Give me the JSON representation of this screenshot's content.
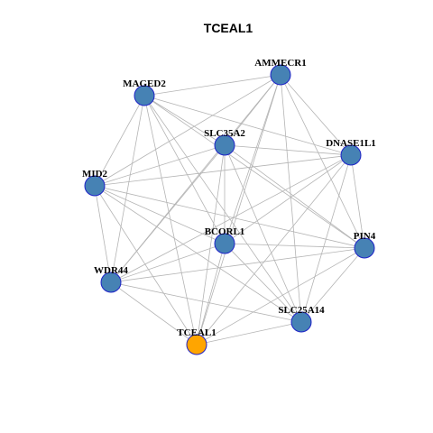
{
  "title": "TCEAL1",
  "colors": {
    "background": "#ffffff",
    "node_fill": "#4682b4",
    "node_stroke": "#1e22c8",
    "focus_fill": "#ffa500",
    "focus_stroke": "#1e22c8",
    "edge": "#b4b4b4"
  },
  "nodes": [
    {
      "id": "AMMECR1",
      "label": "AMMECR1"
    },
    {
      "id": "MAGED2",
      "label": "MAGED2"
    },
    {
      "id": "SLC35A2",
      "label": "SLC35A2"
    },
    {
      "id": "DNASE1L1",
      "label": "DNASE1L1"
    },
    {
      "id": "MID2",
      "label": "MID2"
    },
    {
      "id": "BCORL1",
      "label": "BCORL1"
    },
    {
      "id": "PIN4",
      "label": "PIN4"
    },
    {
      "id": "WDR44",
      "label": "WDR44"
    },
    {
      "id": "SLC25A14",
      "label": "SLC25A14"
    },
    {
      "id": "TCEAL1",
      "label": "TCEAL1",
      "focus": true
    }
  ],
  "edges": [
    [
      "MAGED2",
      "AMMECR1"
    ],
    [
      "MAGED2",
      "SLC35A2"
    ],
    [
      "MAGED2",
      "DNASE1L1"
    ],
    [
      "MAGED2",
      "MID2"
    ],
    [
      "MAGED2",
      "BCORL1"
    ],
    [
      "MAGED2",
      "PIN4"
    ],
    [
      "MAGED2",
      "WDR44"
    ],
    [
      "MAGED2",
      "SLC25A14"
    ],
    [
      "MAGED2",
      "TCEAL1"
    ],
    [
      "AMMECR1",
      "SLC35A2"
    ],
    [
      "AMMECR1",
      "DNASE1L1"
    ],
    [
      "AMMECR1",
      "MID2"
    ],
    [
      "AMMECR1",
      "BCORL1"
    ],
    [
      "AMMECR1",
      "PIN4"
    ],
    [
      "AMMECR1",
      "WDR44"
    ],
    [
      "AMMECR1",
      "SLC25A14"
    ],
    [
      "AMMECR1",
      "TCEAL1"
    ],
    [
      "SLC35A2",
      "DNASE1L1"
    ],
    [
      "SLC35A2",
      "MID2"
    ],
    [
      "SLC35A2",
      "BCORL1"
    ],
    [
      "SLC35A2",
      "PIN4"
    ],
    [
      "SLC35A2",
      "WDR44"
    ],
    [
      "SLC35A2",
      "SLC25A14"
    ],
    [
      "SLC35A2",
      "TCEAL1"
    ],
    [
      "DNASE1L1",
      "MID2"
    ],
    [
      "DNASE1L1",
      "BCORL1"
    ],
    [
      "DNASE1L1",
      "PIN4"
    ],
    [
      "DNASE1L1",
      "WDR44"
    ],
    [
      "DNASE1L1",
      "SLC25A14"
    ],
    [
      "DNASE1L1",
      "TCEAL1"
    ],
    [
      "MID2",
      "BCORL1"
    ],
    [
      "MID2",
      "PIN4"
    ],
    [
      "MID2",
      "WDR44"
    ],
    [
      "MID2",
      "SLC25A14"
    ],
    [
      "MID2",
      "TCEAL1"
    ],
    [
      "BCORL1",
      "PIN4"
    ],
    [
      "BCORL1",
      "WDR44"
    ],
    [
      "BCORL1",
      "SLC25A14"
    ],
    [
      "BCORL1",
      "TCEAL1"
    ],
    [
      "PIN4",
      "WDR44"
    ],
    [
      "PIN4",
      "SLC25A14"
    ],
    [
      "PIN4",
      "TCEAL1"
    ],
    [
      "WDR44",
      "SLC25A14"
    ],
    [
      "WDR44",
      "TCEAL1"
    ],
    [
      "SLC25A14",
      "TCEAL1"
    ]
  ]
}
